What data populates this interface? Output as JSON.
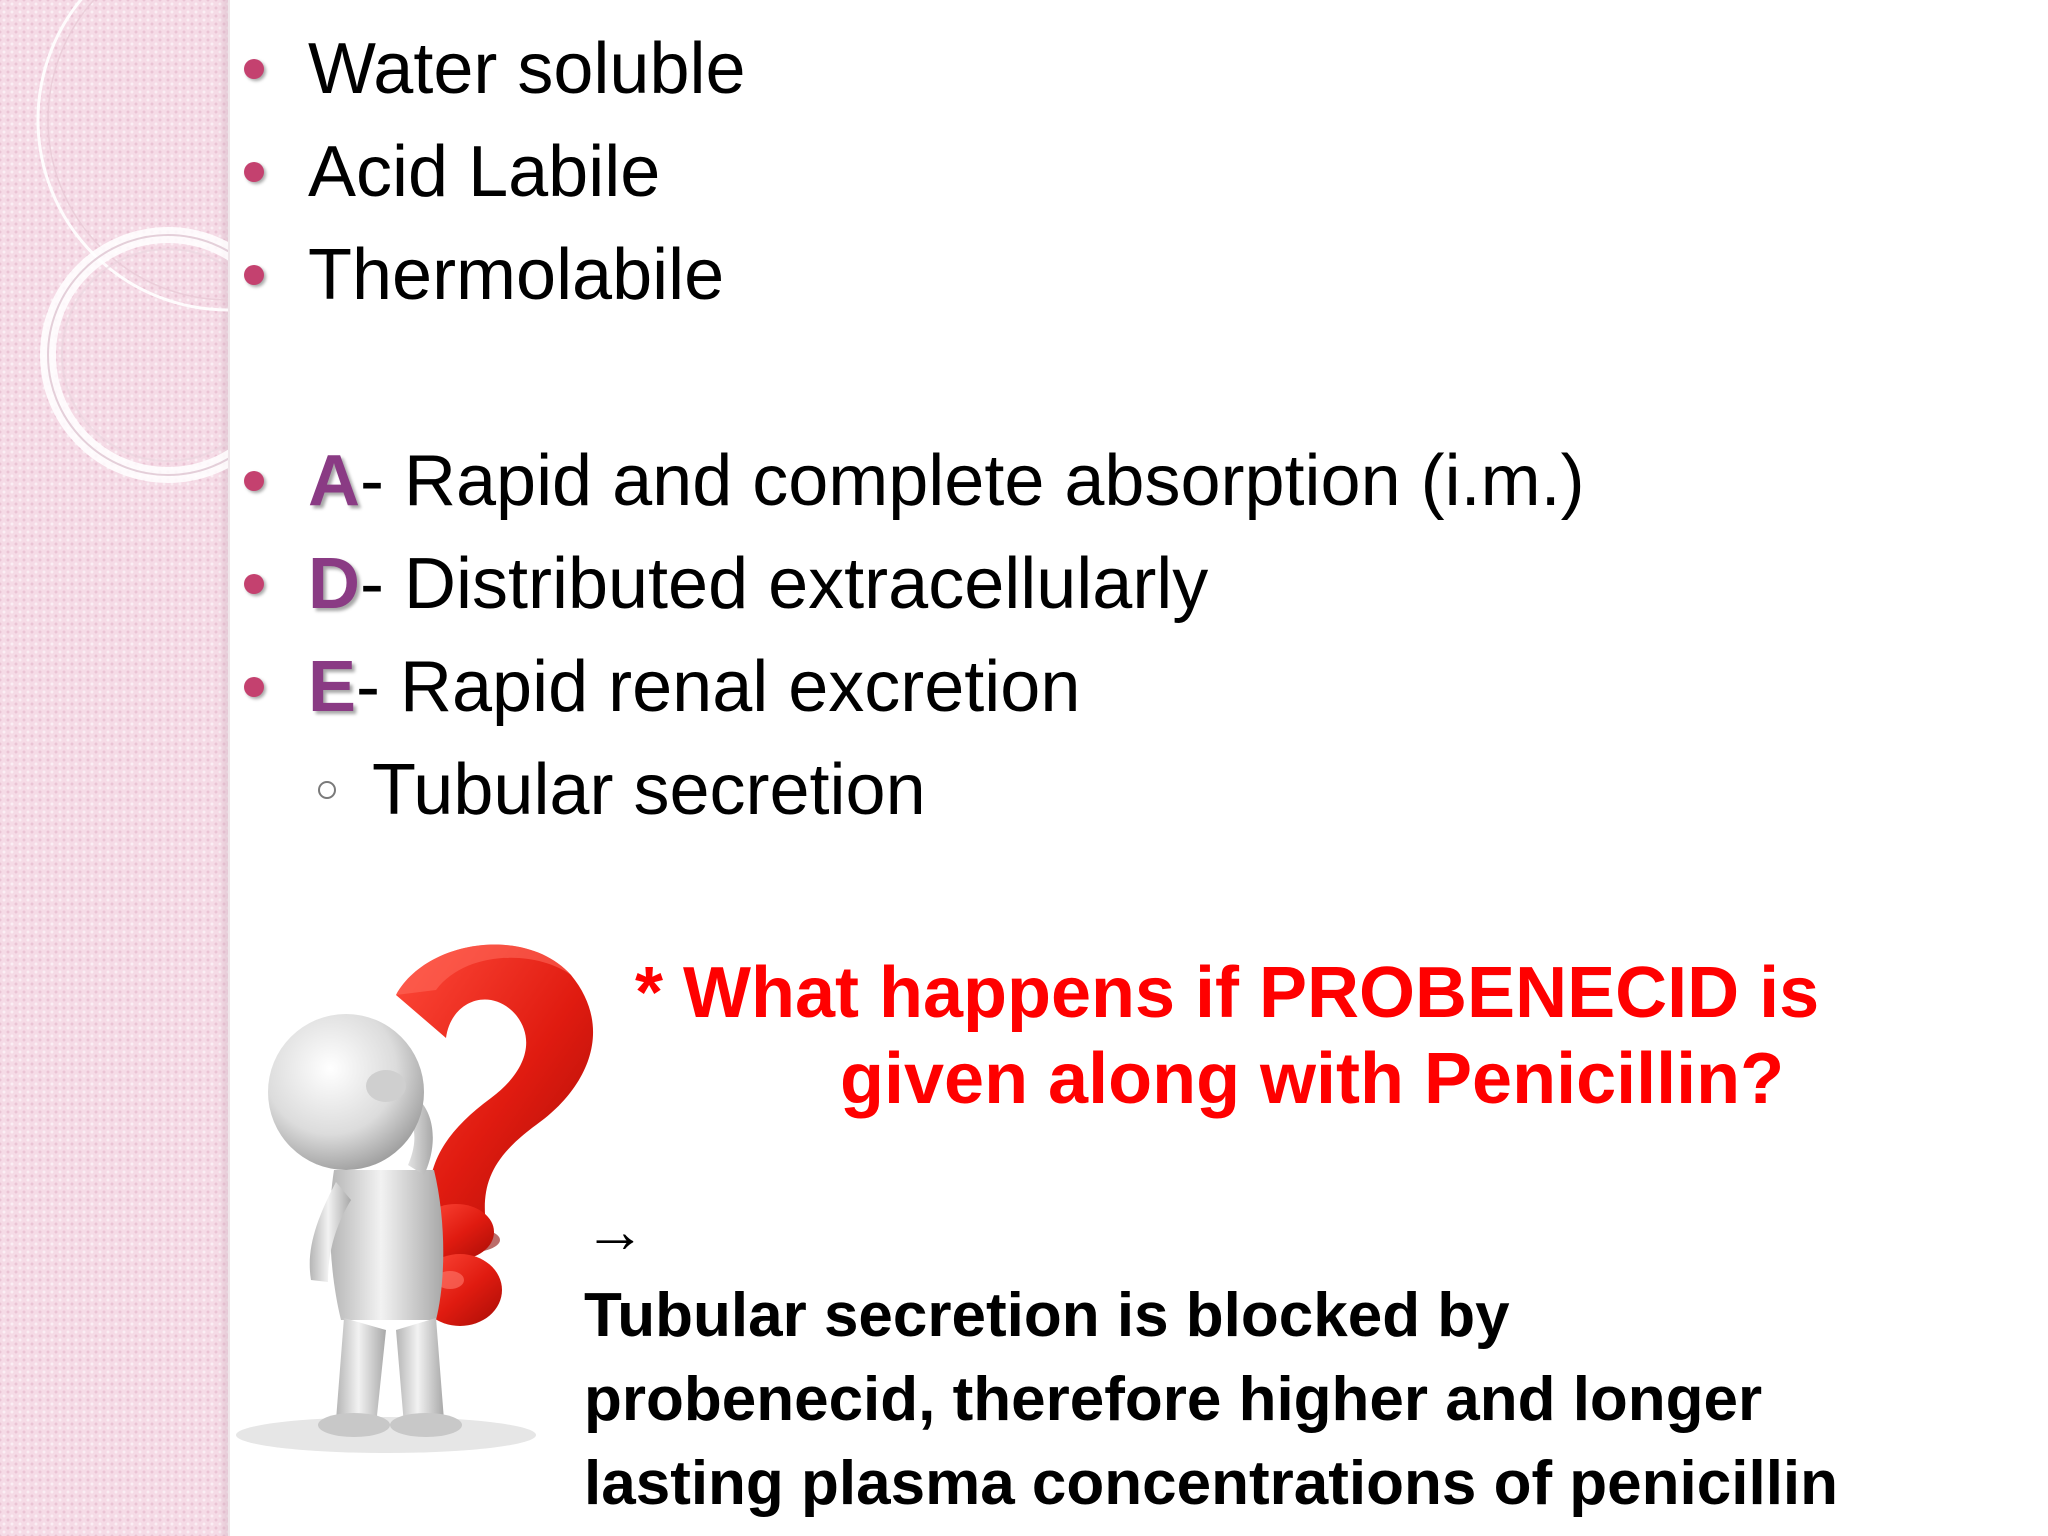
{
  "slide": {
    "bullets": [
      {
        "text": "Water soluble"
      },
      {
        "text": "Acid Labile"
      },
      {
        "text": "Thermolabile"
      }
    ],
    "adme_bullets": [
      {
        "letter": "A",
        "text": "- Rapid and complete absorption (i.m.)"
      },
      {
        "letter": "D",
        "text": "- Distributed extracellularly"
      },
      {
        "letter": "E",
        "text": "- Rapid renal excretion"
      }
    ],
    "sub_bullet": "Tubular secretion",
    "question": {
      "line1": "* What happens if PROBENECID is",
      "line2": "given along with Penicillin?"
    },
    "answer": {
      "arrow": "→",
      "line1": "Tubular secretion is blocked by",
      "line2": "probenecid, therefore higher and longer",
      "line3": "lasting plasma concentrations of penicillin"
    },
    "colors": {
      "bullet": "#c4416f",
      "key_letter": "#8a3b84",
      "question": "#ff0000",
      "band": "#f5dbe6"
    },
    "icons": [
      "question-mark-figure-icon",
      "decorative-rings-icon"
    ]
  }
}
